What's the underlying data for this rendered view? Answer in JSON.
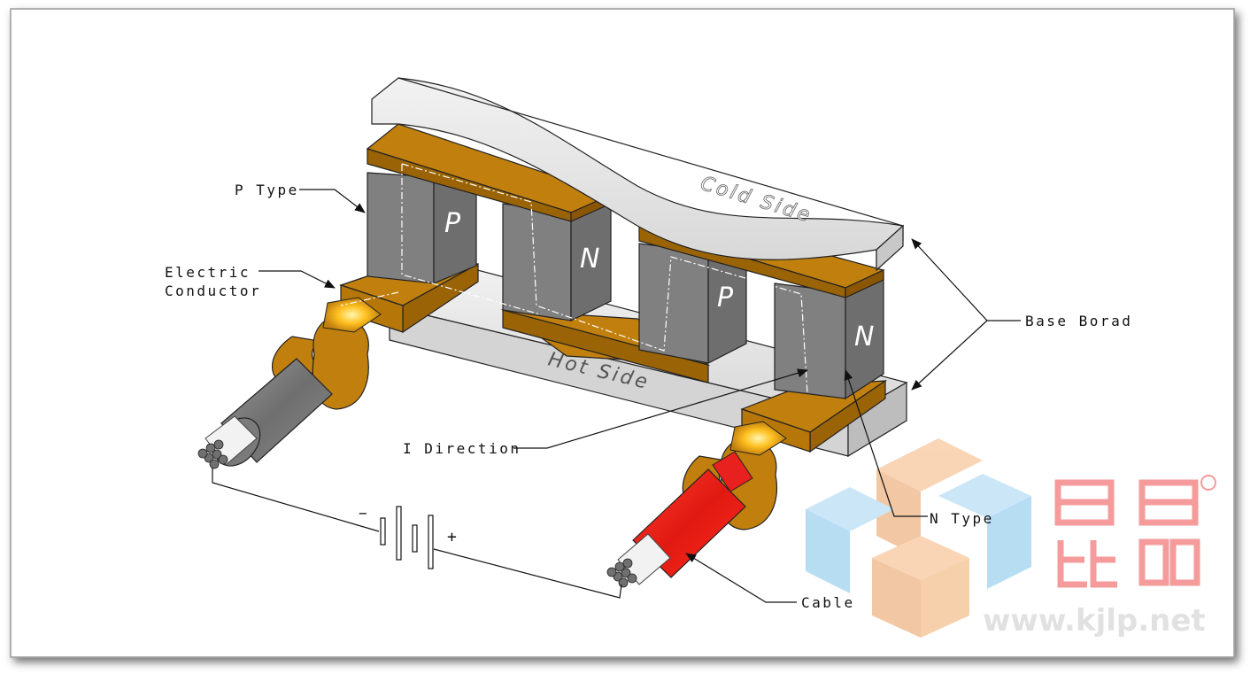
{
  "diagram": {
    "labels": {
      "p_type": "P Type",
      "electric": "Electric",
      "conductor": "Conductor",
      "i_direction": "I Direction",
      "base_board": "Base Borad",
      "n_type": "N Type",
      "cable": "Cable"
    },
    "surfaces": {
      "cold": "Cold  Side",
      "hot": "Hot  Side"
    },
    "legs": [
      "P",
      "N",
      "P",
      "N"
    ],
    "battery": {
      "minus": "−",
      "plus": "+"
    },
    "watermark": "www.kjlp.net",
    "colors": {
      "copper": "#c17f0e",
      "copper_dark": "#9a6305",
      "semiconductor": "#808080",
      "semiconductor_dark": "#6a6a6a",
      "board": "#e6e6e6",
      "cable_red": "#e8201e",
      "cable_gray": "#7d7d7d"
    }
  }
}
